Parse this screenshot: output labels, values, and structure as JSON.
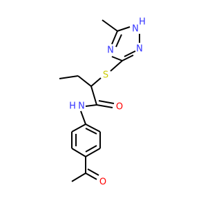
{
  "molecule": {
    "atoms": {
      "n_triazole_4": "N",
      "nh_triazole_1": "H",
      "nh_triazole_1_n": "N",
      "n_triazole_2": "N",
      "s_thioether": "S",
      "nh_amide_n": "N",
      "nh_amide_h": "H",
      "o_amide": "O",
      "o_acetyl": "O"
    },
    "colors": {
      "nitrogen": "#3333ff",
      "sulfur": "#cccc00",
      "oxygen": "#ff0000",
      "carbon_bond": "#000000"
    }
  }
}
